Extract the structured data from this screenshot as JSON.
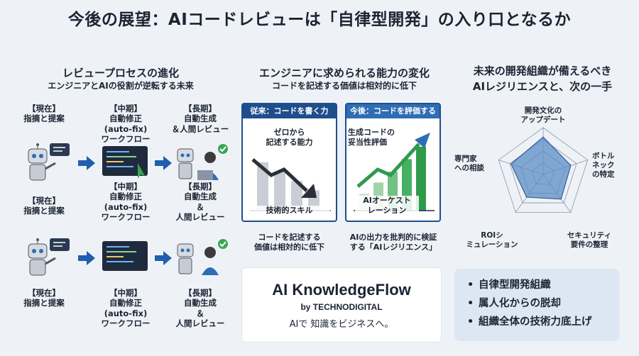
{
  "title": "今後の展望：AIコードレビューは「自律型開発」の入り口となるか",
  "left": {
    "heading": "レビュープロセスの進化",
    "subheading": "エンジニアとAIの役割が逆転する未来",
    "row1_labels": {
      "now": "【現在】\n指摘と提案",
      "mid": "【中期】\n自動修正\n(auto-fix)\nワークフロー",
      "long": "【長期】\n自動生成\n＆人間レビュー"
    },
    "row2_labels": {
      "now": "【現在】\n指摘と提案",
      "mid": "【中期】\n自動修正\n(auto-fix)\nワークフロー",
      "long": "【長期】\n自動生成\n＆\n人間レビュー"
    },
    "row3_labels": {
      "now": "【現在】\n指摘と提案",
      "mid": "【中期】\n自動修正\n(auto-fix)\nワークフロー",
      "long": "【長期】\n自動生成\n＆\n人間レビュー"
    }
  },
  "middle": {
    "heading": "エンジニアに求められる能力の変化",
    "subheading": "コードを記述する価値は相対的に低下",
    "past_panel": {
      "header": "従来：コードを書く力",
      "top_label": "ゼロから\n記述する能力",
      "bottom_label": "技術的スキル",
      "bars": [
        0.62,
        0.5,
        0.38,
        0.26
      ],
      "caption": "コードを記述する\n価値は相対的に低下"
    },
    "future_panel": {
      "header": "今後：コードを評価する力",
      "top_label": "生成コードの\n妥当性評価",
      "bottom_label": "AIオーケスト\nレーション",
      "bars": [
        0.22,
        0.36,
        0.5,
        0.66,
        0.82
      ],
      "caption": "AIの出力を批判的に検証\nする「AIレジリエンス」"
    },
    "logo": {
      "name": "AI KnowledgeFlow",
      "by": "by TECHNODIGITAL",
      "tagline": "AIで 知識をビジネスへ。"
    }
  },
  "right": {
    "heading": "未来の開発組織が備えるべき\nAIレジリエンスと、次の一手",
    "radar": {
      "axes": [
        {
          "label": "開発文化の\nアップデート",
          "value": 0.8
        },
        {
          "label": "ボトル\nネック\nの特定",
          "value": 0.62
        },
        {
          "label": "セキュリティ\n要件の整理",
          "value": 0.65
        },
        {
          "label": "ROIシ\nミュレーション",
          "value": 0.6
        },
        {
          "label": "専門家\nへの相談",
          "value": 0.72
        }
      ],
      "levels": 4,
      "fill_color": "#5b8ec6",
      "grid_color": "#8a94a6"
    },
    "bullets": [
      "自律型開発組織",
      "属人化からの脱却",
      "組織全体の技術力底上げ"
    ]
  },
  "colors": {
    "navy": "#1f4e8c",
    "accent_blue": "#2f6db5",
    "green": "#3aa655",
    "bullet_bg": "#dde7f3"
  }
}
